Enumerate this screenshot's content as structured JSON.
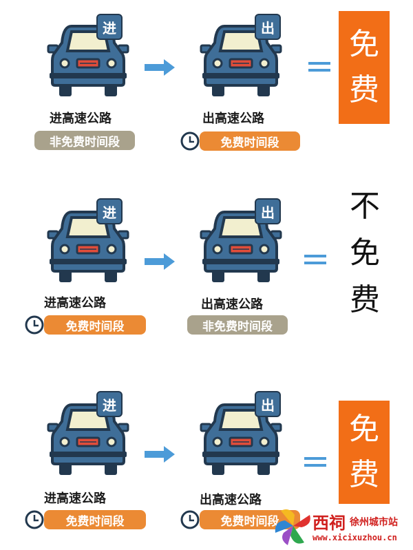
{
  "rows": [
    {
      "enter": {
        "badge": "进",
        "road_label": "进高速公路",
        "time_label": "非免费时间段",
        "time_style": "gray",
        "clock": false
      },
      "exit": {
        "badge": "出",
        "road_label": "出高速公路",
        "time_label": "免费时间段",
        "time_style": "orange",
        "clock": true
      },
      "result": "免费"
    },
    {
      "enter": {
        "badge": "进",
        "road_label": "进高速公路",
        "time_label": "免费时间段",
        "time_style": "orange",
        "clock": true
      },
      "exit": {
        "badge": "出",
        "road_label": "出高速公路",
        "time_label": "非免费时间段",
        "time_style": "gray",
        "clock": false
      },
      "result": "不免费"
    },
    {
      "enter": {
        "badge": "进",
        "road_label": "进高速公路",
        "time_label": "免费时间段",
        "time_style": "orange",
        "clock": true
      },
      "exit": {
        "badge": "出",
        "road_label": "出高速公路",
        "time_label": "免费时间段",
        "time_style": "orange",
        "clock": true
      },
      "result": "免费"
    }
  ],
  "result_chars": {
    "r0": [
      "免",
      "费"
    ],
    "r1": [
      "不",
      "免",
      "费"
    ],
    "r2": [
      "免",
      "费"
    ]
  },
  "watermark": {
    "name": "西祠",
    "site": "徐州城市站",
    "url": "www.xicixuzhou.cn"
  },
  "colors": {
    "car_body": "#3f6e98",
    "car_outline": "#22384e",
    "orange": "#eb8a34",
    "gray": "#a9a28c",
    "result_box": "#f26e17",
    "arrow": "#4c9bd8"
  }
}
